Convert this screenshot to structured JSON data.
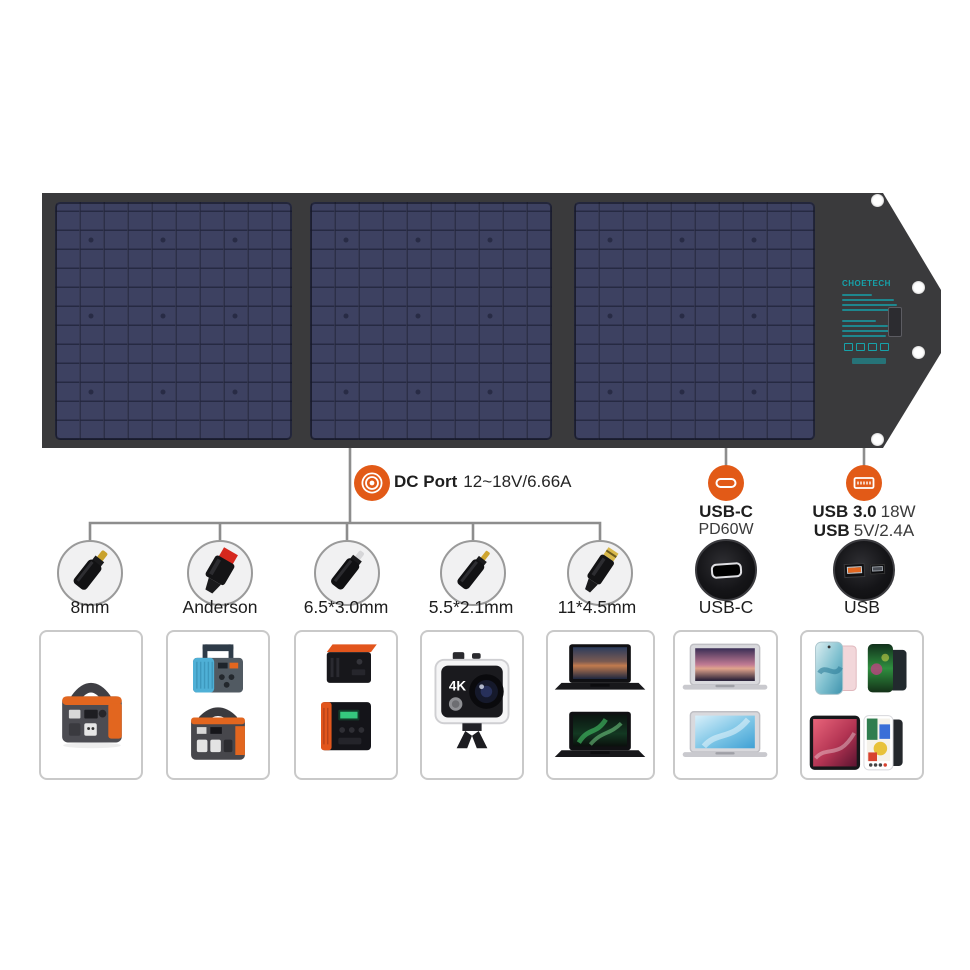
{
  "solar_panel": {
    "brand": "CHOETECH",
    "image": "foldable-3-section-solar-panel",
    "grommets": "white-eyelet-holes"
  },
  "dc_branch": {
    "port_icon": "dc-port-icon",
    "port_label": "DC Port",
    "port_spec": "12~18V/6.66A",
    "connectors": [
      {
        "label": "8mm",
        "icon": "dc-barrel-plug-gold-tip-icon"
      },
      {
        "label": "Anderson",
        "icon": "anderson-connector-icon"
      },
      {
        "label": "6.5*3.0mm",
        "icon": "dc-barrel-plug-silver-tip-icon"
      },
      {
        "label": "5.5*2.1mm",
        "icon": "dc-barrel-plug-slim-gold-tip-icon"
      },
      {
        "label": "11*4.5mm",
        "icon": "slim-square-tip-plug-icon"
      }
    ]
  },
  "usbc_branch": {
    "port_icon": "usb-c-port-icon",
    "port_label": "USB-C",
    "port_spec": "PD60W",
    "jack_icon": "usb-c-jack-photo",
    "jack_label": "USB-C"
  },
  "usb_branch": {
    "port_icon": "usb-a-port-icon",
    "row1_label": "USB 3.0",
    "row1_spec": "18W",
    "row2_label": "USB",
    "row2_spec": "5V/2.4A",
    "jack_icon": "dual-usb-a-jack-photo",
    "jack_label": "USB"
  },
  "device_boxes": [
    {
      "connector": "8mm",
      "devices": [
        "portable-power-station-orange"
      ]
    },
    {
      "connector": "Anderson",
      "devices": [
        "portable-power-station-blue",
        "portable-power-station-orange"
      ]
    },
    {
      "connector": "6.5*3.0mm",
      "devices": [
        "power-bank-orange-top",
        "portable-power-station-black"
      ]
    },
    {
      "connector": "5.5*2.1mm",
      "devices": [
        "action-camera-in-waterproof-case"
      ],
      "camera_badge": "4K"
    },
    {
      "connector": "11*4.5mm",
      "devices": [
        "black-laptop-sunset-wallpaper",
        "black-laptop-aurora-wallpaper"
      ]
    },
    {
      "connector": "USB-C",
      "devices": [
        "silver-macbook-sunset-wallpaper",
        "silver-macbook-blue-wallpaper"
      ]
    },
    {
      "connector": "USB",
      "devices": [
        "samsung-galaxy-phones",
        "lg-phones",
        "ipad-pro",
        "google-pixel-phones"
      ]
    }
  ],
  "colors": {
    "accent_orange": "#E25A17",
    "panel_frame": "#3A3A3C",
    "solar_cell_blue": "#3D4161",
    "brand_teal": "#16A2AA",
    "wire_gray": "#8D8D8D",
    "text_dark": "#1E1E1E"
  }
}
